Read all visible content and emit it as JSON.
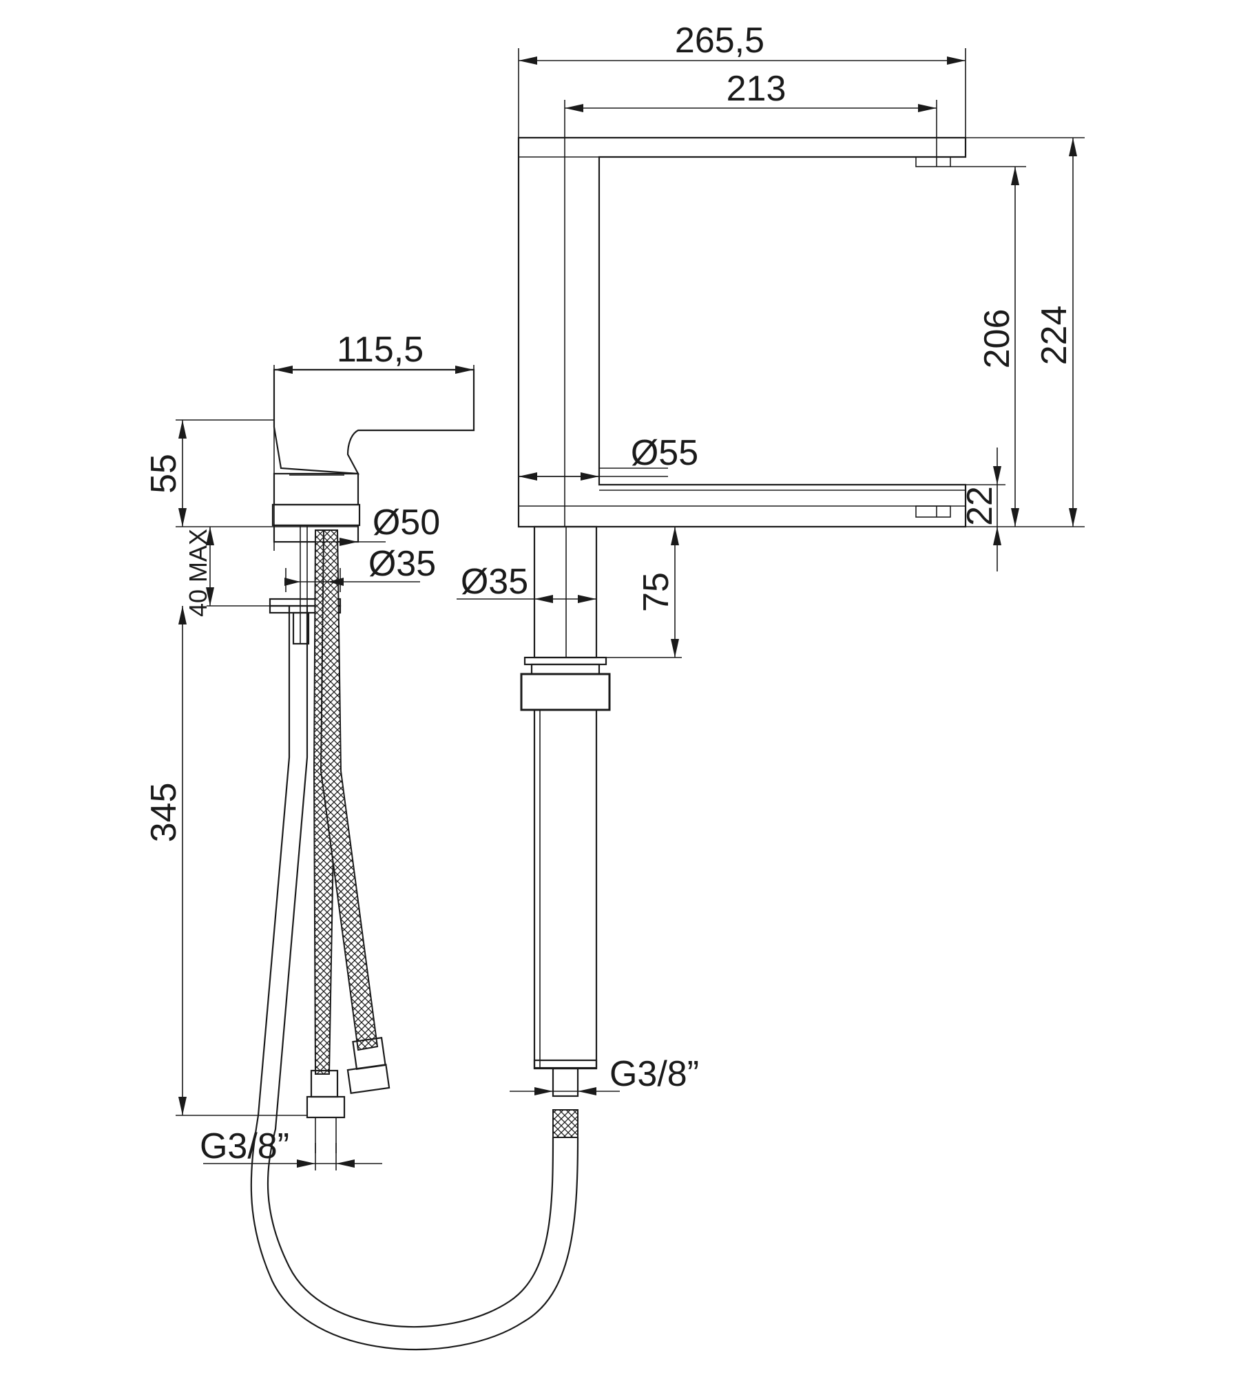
{
  "dimensions": {
    "total_reach": "265,5",
    "spout_reach": "213",
    "total_height": "224",
    "spout_clearance": "206",
    "spout_diameter": "Ø55",
    "spout_thickness": "22",
    "spout_lower_diameter": "Ø35",
    "spout_shank_length": "75",
    "spout_connection": "G3/8”",
    "mixer_width": "115,5",
    "mixer_height": "55",
    "mixer_base_diameter": "Ø50",
    "mixer_shank_diameter": "Ø35",
    "deck_thickness": "40 MAX",
    "hose_length": "345",
    "mixer_connection": "G3/8”"
  },
  "colors": {
    "line": "#1a1a1a",
    "background": "#ffffff"
  }
}
